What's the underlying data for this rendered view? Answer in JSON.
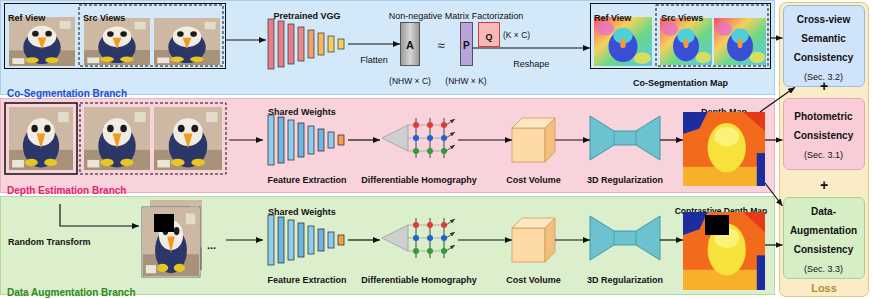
{
  "diagram": {
    "nodes": [
      {
        "text": [
          "Co-Segmentation Branch"
        ]
      },
      {
        "text": [
          "Ref View",
          "Src Views"
        ],
        "in": 0
      },
      {
        "text": [
          "Pretrained VGG"
        ],
        "in": 0
      },
      {
        "text": [
          "A"
        ],
        "in": 0
      },
      {
        "text": [
          "P"
        ],
        "in": 0
      },
      {
        "text": [
          "Q"
        ],
        "in": 0
      },
      {
        "text": [
          "Ref View",
          "Src Views",
          "Co-Segmentation Map"
        ],
        "in": 0
      },
      {
        "text": [
          "Depth Estimation Branch"
        ]
      },
      {
        "text": [
          "Shared Weights",
          "Feature Extraction"
        ],
        "in": 7
      },
      {
        "text": [
          "Differentiable Homography"
        ],
        "in": 7
      },
      {
        "text": [
          "Cost Volume"
        ],
        "in": 7
      },
      {
        "text": [
          "3D Regularization"
        ],
        "in": 7
      },
      {
        "text": [
          "Depth Map"
        ],
        "in": 7
      },
      {
        "text": [
          "Data Augmentation Branch"
        ]
      },
      {
        "text": [
          "Shared Weights",
          "Feature Extraction"
        ],
        "in": 13
      },
      {
        "text": [
          "Differentiable Homography"
        ],
        "in": 13
      },
      {
        "text": [
          "Cost Volume"
        ],
        "in": 13
      },
      {
        "text": [
          "3D Regularization"
        ],
        "in": 13
      },
      {
        "text": [
          "Contrastive Depth Map"
        ],
        "in": 13
      },
      {
        "text": [
          "Loss"
        ]
      },
      {
        "text": [
          "Cross-view Semantic Consistency",
          "(Sec. 3.2)"
        ],
        "in": 19
      },
      {
        "text": [
          "Photometric Consistency",
          "(Sec. 3.1)"
        ],
        "in": 19
      },
      {
        "text": [
          "Data-Augmentation Consistency",
          "(Sec. 3.3)"
        ],
        "in": 19
      }
    ],
    "edges": [
      {
        "from": 1,
        "to": 2,
        "arrow": "to"
      },
      {
        "from": 2,
        "to": 3,
        "label": "Flatten",
        "arrow": "to"
      },
      {
        "from": 4,
        "to": 6,
        "label": "Reshape",
        "arrow": "to"
      },
      {
        "from": 6,
        "to": 20,
        "arrow": "to"
      },
      {
        "from": 8,
        "to": 9,
        "arrow": "to"
      },
      {
        "from": 9,
        "to": 10,
        "arrow": "to"
      },
      {
        "from": 10,
        "to": 11,
        "arrow": "to"
      },
      {
        "from": 11,
        "to": 12,
        "arrow": "to"
      },
      {
        "from": 12,
        "to": 20,
        "arrow": "to"
      },
      {
        "from": 12,
        "to": 21,
        "arrow": "to"
      },
      {
        "from": 12,
        "to": 22,
        "arrow": "to"
      },
      {
        "from": 14,
        "to": 15,
        "arrow": "to"
      },
      {
        "from": 15,
        "to": 16,
        "arrow": "to"
      },
      {
        "from": 16,
        "to": 17,
        "arrow": "to"
      },
      {
        "from": 17,
        "to": 18,
        "arrow": "to"
      },
      {
        "from": 18,
        "to": 22,
        "arrow": "to"
      }
    ],
    "labels": [
      "Non-negative Matrix Factorization",
      "(NHW × C)",
      "≈",
      "(NHW × K)",
      "(K × C)",
      "Random Transform",
      "...",
      "+",
      "+"
    ]
  }
}
